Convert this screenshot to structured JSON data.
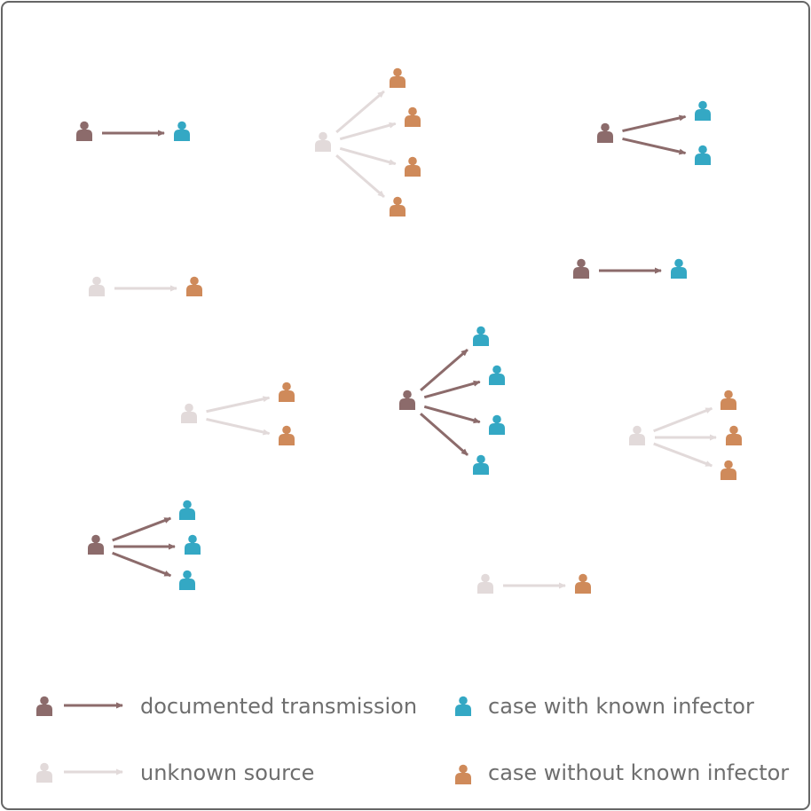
{
  "colors": {
    "documented": "#8c6b6b",
    "unknown": "#e2dada",
    "known_infector": "#34a8c4",
    "without_known_infector": "#cf8a5a",
    "legend_text": "#6e6e6e"
  },
  "legend": {
    "documented_transmission": "documented transmission",
    "unknown_source": "unknown source",
    "case_known_infector": "case with known infector",
    "case_without_known_infector": "case without known infector"
  },
  "clusters": [
    {
      "source": "documented",
      "cases": 1
    },
    {
      "source": "unknown",
      "cases": 4
    },
    {
      "source": "documented",
      "cases": 2
    },
    {
      "source": "documented",
      "cases": 1
    },
    {
      "source": "unknown",
      "cases": 1
    },
    {
      "source": "unknown",
      "cases": 2
    },
    {
      "source": "documented",
      "cases": 4
    },
    {
      "source": "unknown",
      "cases": 3
    },
    {
      "source": "documented",
      "cases": 3
    },
    {
      "source": "unknown",
      "cases": 1
    }
  ]
}
